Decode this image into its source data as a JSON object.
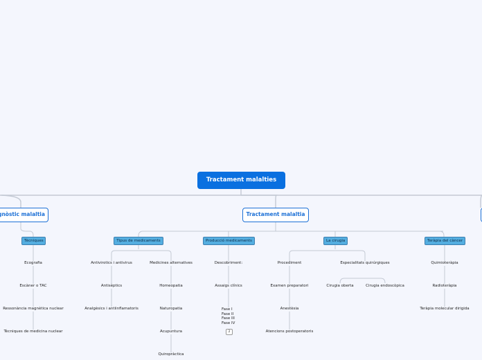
{
  "root": "Tractament malalties",
  "branches": {
    "diagnostic": "gnòstic malaltia",
    "tractament": "Tractament malaltia"
  },
  "subtopics": {
    "tecniques": "Tècniques",
    "tipus": "Tipus de medicaments",
    "produccio": "Producció medicaments",
    "cirurgia": "La cirugia",
    "terapia": "Teràpia del càncer"
  },
  "tecniques_items": [
    "Ecografia",
    "Escàner o TAC",
    "Ressonància magnètica nuclear",
    "Tècniques de medicina nuclear"
  ],
  "tipus_col1": [
    "Antivirotics i antivirus",
    "Antisèptics",
    "Analgèsics i antiinflamatoris"
  ],
  "tipus_col2": [
    "Medicines alternatives",
    "Homeopatia",
    "Naturopatia",
    "Acupuntura",
    "Quiropràctica"
  ],
  "produccio_items": [
    "Descobriment:",
    "Assaigs clínics"
  ],
  "fases": [
    "Fase I",
    "Fase II",
    "Fase III",
    "Fase IV"
  ],
  "fases_badge": "2",
  "cirurgia_col1": [
    "Procediment",
    "Examen preparatori",
    "Anestèsia",
    "Atencions postoperatoris"
  ],
  "cirurgia_col2": "Especialitats quirúrgiques",
  "cirurgia_col2_children": [
    "Cirugia oberta",
    "Cirugia endoscòpica"
  ],
  "terapia_items": [
    "Quimioteràpia",
    "Radioteràpia",
    "Teràpia molecular dirigida"
  ]
}
